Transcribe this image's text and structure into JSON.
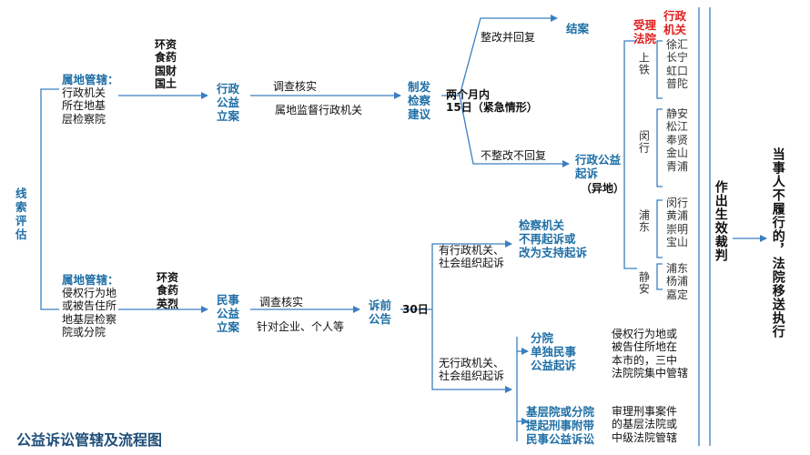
{
  "title": "公益诉讼管辖及流程图",
  "xiansuo": "线\n索\n评\n估",
  "admin": {
    "juris_label": "属地管辖：",
    "juris_text": "行政机关\n所在地基\n层检察院",
    "fields": "环资\n食药\n国财\n国土",
    "case": "行政\n公益\n立案",
    "investigate": "调查核实",
    "supervise": "属地监督行政机关",
    "proposal": "制发\n检察\n建议",
    "deadline": "两个月内\n15日（紧急情形）",
    "rectified": "整改并回复",
    "closed": "结案",
    "not_rectified": "不整改不回复",
    "lawsuit": "行政公益\n起诉",
    "other_place": "（异地）"
  },
  "civil": {
    "juris_label": "属地管辖：",
    "juris_text": "侵权行为地\n或被告住所\n地基层检察\n院或分院",
    "fields": "环资\n食药\n英烈",
    "case": "民事\n公益\n立案",
    "investigate": "调查核实",
    "target": "针对企业、个人等",
    "notice": "诉前\n公告",
    "days": "30日",
    "has_org": "有行政机关、\n社会组织起诉",
    "has_org_result": "检察机关\n不再起诉或\n改为支持起诉",
    "no_org": "无行政机关、\n社会组织起诉",
    "branch": "分院\n单独民事\n公益起诉",
    "branch_desc": "侵权行为地或\n被告住所地在\n本市的，三中\n法院院集中管辖",
    "basic": "基层院或分院\n提起刑事附带\n民事公益诉讼",
    "basic_desc": "审理刑事案件\n的基层法院或\n中级法院管辖"
  },
  "courts": {
    "accept_header": "受理\n法院",
    "agency_header": "行政\n机关",
    "groups": [
      {
        "court": "上铁",
        "districts": [
          "徐汇",
          "长宁",
          "虹口",
          "普陀"
        ]
      },
      {
        "court": "闵行",
        "districts": [
          "静安",
          "松江",
          "奉贤",
          "金山",
          "青浦"
        ]
      },
      {
        "court": "浦东",
        "districts": [
          "闵行",
          "黄浦",
          "崇明",
          "宝山"
        ]
      },
      {
        "court": "静安",
        "districts": [
          "浦东",
          "杨浦",
          "嘉定"
        ]
      }
    ]
  },
  "judgment": "作出生效裁判",
  "enforce": "当事人不履行的，法院移送执行"
}
